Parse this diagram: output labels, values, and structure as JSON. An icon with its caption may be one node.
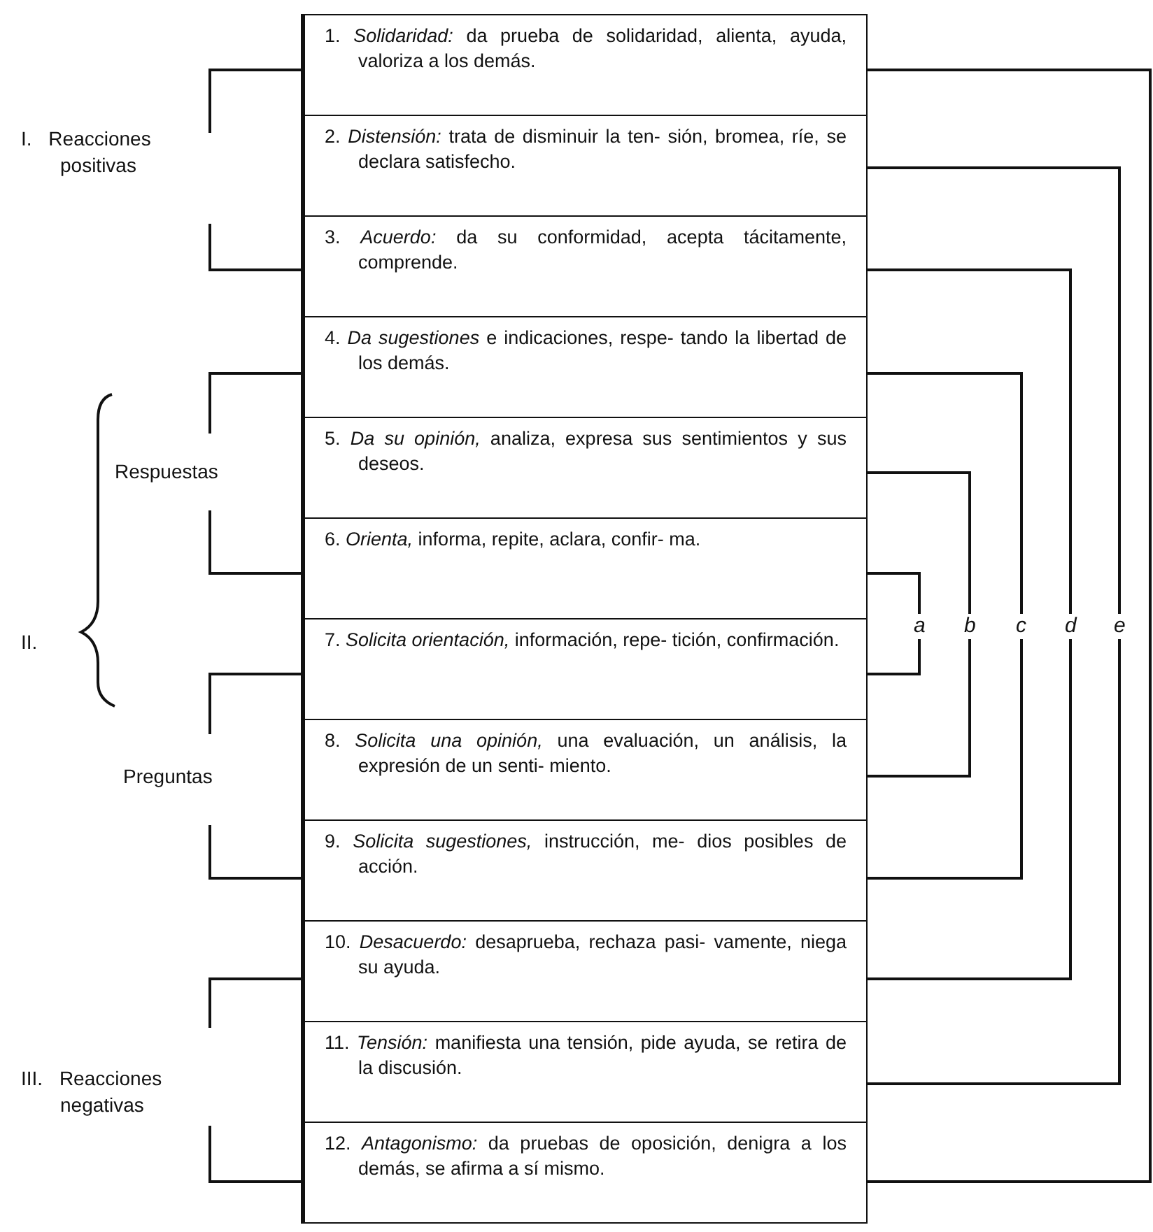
{
  "diagram": {
    "nodes": [
      {
        "text": [
          "1. *Solidaridad:* da prueba de solidaridad, alienta, ayuda, valoriza a los demás."
        ]
      },
      {
        "text": [
          "2. *Distensión:* trata de disminuir la ten- sión, bromea, ríe, se declara satisfecho."
        ]
      },
      {
        "text": [
          "3. *Acuerdo:* da su conformidad, acepta tácitamente, comprende."
        ]
      },
      {
        "text": [
          "4. *Da sugestiones* e indicaciones, respe- tando la libertad de los demás."
        ]
      },
      {
        "text": [
          "5. *Da su opinión,* analiza, expresa sus sentimientos y sus deseos."
        ]
      },
      {
        "text": [
          "6. *Orienta,* informa, repite, aclara, confir- ma."
        ]
      },
      {
        "text": [
          "7. *Solicita orientación,* información, repe- tición, confirmación."
        ]
      },
      {
        "text": [
          "8. *Solicita una opinión,* una evaluación, un análisis, la expresión de un senti- miento."
        ]
      },
      {
        "text": [
          "9. *Solicita sugestiones,* instrucción, me- dios posibles de acción."
        ]
      },
      {
        "text": [
          "10. *Desacuerdo:* desaprueba, rechaza pasi- vamente, niega su ayuda."
        ]
      },
      {
        "text": [
          "11. *Tensión:* manifiesta una tensión, pide ayuda, se retira de la discusión."
        ]
      },
      {
        "text": [
          "12. *Antagonismo:* da pruebas de oposición, denigra a los demás, se afirma a sí mismo."
        ]
      }
    ],
    "edges": [
      {
        "from": 5,
        "to": 6,
        "arrow": "none",
        "label": "a"
      },
      {
        "from": 4,
        "to": 7,
        "arrow": "none",
        "label": "b"
      },
      {
        "from": 3,
        "to": 8,
        "arrow": "none",
        "label": "c"
      },
      {
        "from": 2,
        "to": 9,
        "arrow": "none",
        "label": "d"
      },
      {
        "from": 1,
        "to": 10,
        "arrow": "none",
        "label": "e"
      },
      {
        "from": 0,
        "to": 11,
        "arrow": "none"
      }
    ],
    "labels": [
      "I. Reacciones positivas",
      "Respuestas",
      "II.",
      "Preguntas",
      "III. Reacciones negativas"
    ]
  }
}
